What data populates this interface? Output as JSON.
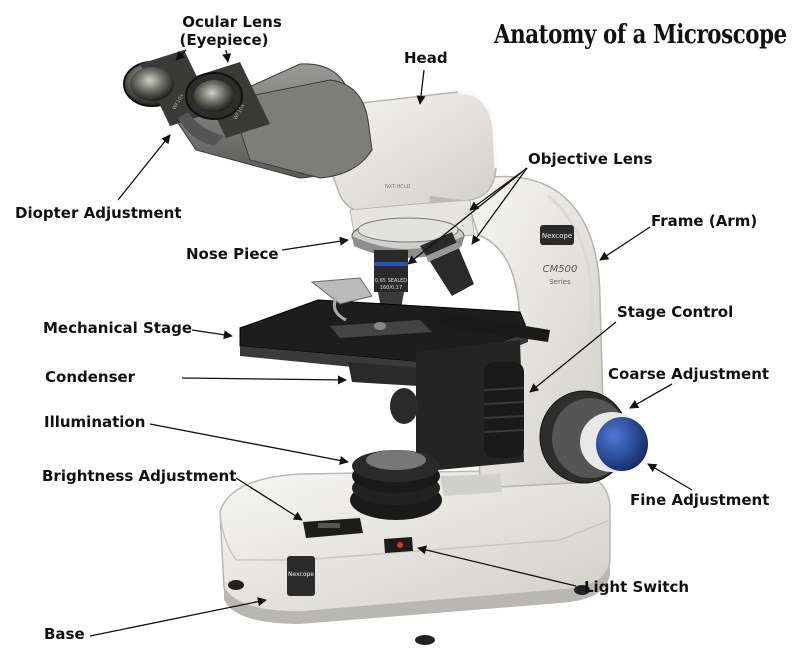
{
  "title": "Anatomy of a Microscope",
  "labels": {
    "ocular_lens": "Ocular Lens",
    "eyepiece": "(Eyepiece)",
    "head": "Head",
    "objective_lens": "Objective Lens",
    "diopter_adjustment": "Diopter Adjustment",
    "frame_arm": "Frame (Arm)",
    "nose_piece": "Nose Piece",
    "mechanical_stage": "Mechanical Stage",
    "stage_control": "Stage Control",
    "condenser": "Condenser",
    "coarse_adjustment": "Coarse Adjustment",
    "illumination": "Illumination",
    "brightness_adjustment": "Brightness Adjustment",
    "fine_adjustment": "Fine Adjustment",
    "light_switch": "Light Switch",
    "base": "Base"
  },
  "device_text": {
    "brand_arm": "Nexcope",
    "model": "CM500",
    "series": "Series",
    "brand_base": "Nexcope",
    "objective_text": "0.65 SEALED",
    "objective_text2": "160/0.17",
    "eyepiece_text": "WF10x",
    "head_code": "NXT-HCLD"
  },
  "colors": {
    "body_white": "#ecebe8",
    "dark_plastic": "#2a2a2a",
    "knob_blue": "#1f3f8f",
    "text": "#111111"
  }
}
